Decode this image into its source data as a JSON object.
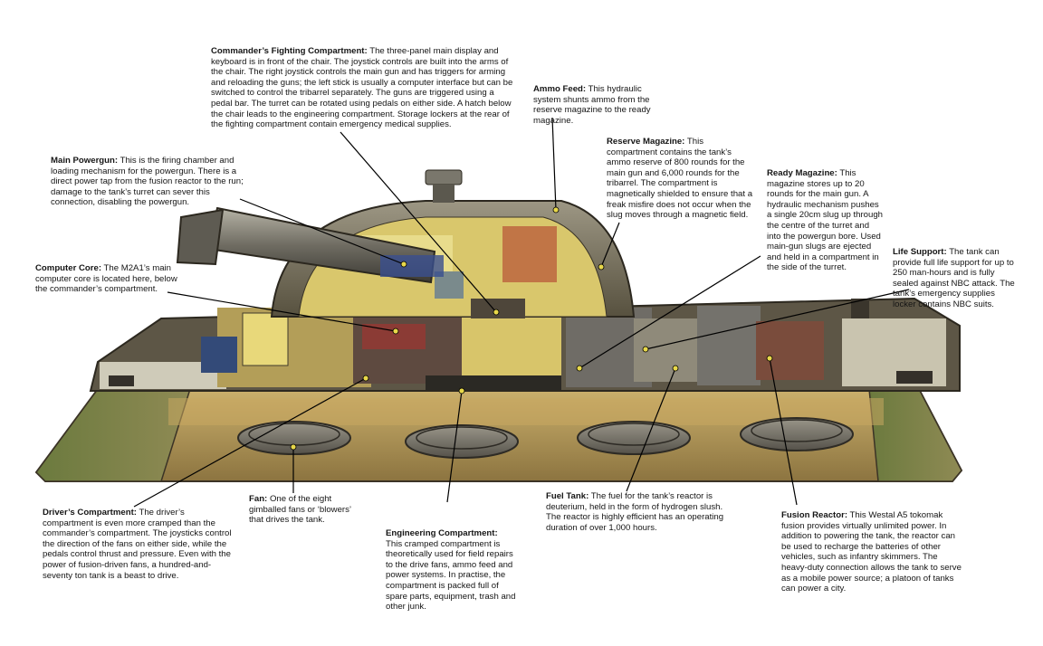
{
  "labels": {
    "commander": {
      "title": "Commander’s Fighting Compartment:",
      "text": "The three-panel main display and keyboard is in front of the chair. The joystick controls are built into the arms of the chair. The right joystick controls the main gun and has triggers for arming and reloading the guns; the left stick is usually a computer interface but can be switched to control the tribarrel separately. The guns are triggered using a pedal bar. The turret can be rotated using pedals on either side. A hatch below the chair leads to the engineering compartment. Storage lockers at the rear of the fighting compartment contain emergency medical supplies."
    },
    "ammo_feed": {
      "title": "Ammo Feed:",
      "text": "This hydraulic system shunts ammo from the reserve magazine to the ready magazine."
    },
    "reserve_magazine": {
      "title": "Reserve Magazine:",
      "text": "This compartment contains the tank’s ammo reserve of 800 rounds for the main gun and 6,000 rounds for the tribarrel. The compartment is magnetically shielded to ensure that a freak misfire does not occur when the slug moves through a magnetic field."
    },
    "main_powergun": {
      "title": "Main Powergun:",
      "text": "This is the firing chamber and loading mechanism for the powergun. There is a direct power tap from the fusion reactor to the run; damage to the tank’s turret can sever this connection, disabling the powergun."
    },
    "ready_magazine": {
      "title": "Ready Magazine:",
      "text": "This magazine stores up to 20 rounds for the main gun. A hydraulic mechanism pushes a single 20cm slug up through the centre of the turret and into the powergun bore. Used main-gun slugs are ejected and held in a compartment in the side of the turret."
    },
    "life_support": {
      "title": "Life Support:",
      "text": "The tank can provide full life support for up to 250 man-hours and is fully sealed against NBC attack. The tank’s emergency supplies locker contains NBC suits."
    },
    "computer_core": {
      "title": "Computer Core:",
      "text": "The M2A1’s main computer core is located here, below the commander’s compartment."
    },
    "drivers": {
      "title": "Driver’s Compartment:",
      "text": "The driver’s compartment is even more cramped than the commander’s compartment. The joysticks control the direction of the fans on either side, while the pedals control thrust and pressure. Even with the power of fusion-driven fans, a hundred-and-seventy ton tank is a beast to drive."
    },
    "fan": {
      "title": "Fan:",
      "text": "One of the eight gimballed fans or ‘blowers’ that drives the tank."
    },
    "engineering": {
      "title": "Engineering Compartment:",
      "text": "This cramped compartment is theoretically used for field repairs to the drive fans, ammo feed and power systems. In practise, the compartment is packed full of spare parts, equipment, trash and other junk."
    },
    "fuel_tank": {
      "title": "Fuel Tank:",
      "text": "The fuel for the tank’s reactor is deuterium, held in the form of hydrogen slush. The reactor is highly efficient has an operating duration of over 1,000 hours."
    },
    "fusion_reactor": {
      "title": "Fusion Reactor:",
      "text": "This Westal A5 tokomak fusion provides virtually unlimited power. In addition to powering the tank, the reactor can be used to recharge the batteries of other vehicles, such as infantry skimmers. The heavy-duty connection allows the tank to serve as a mobile power source; a platoon of tanks can power a city."
    }
  },
  "colors": {
    "hull_dark": "#4a4438",
    "hull_mid": "#7d735d",
    "skirt": "#b59a5a",
    "interior_yellow": "#e6d66a",
    "leader": "#000000",
    "marker": "#2b3f8c"
  }
}
